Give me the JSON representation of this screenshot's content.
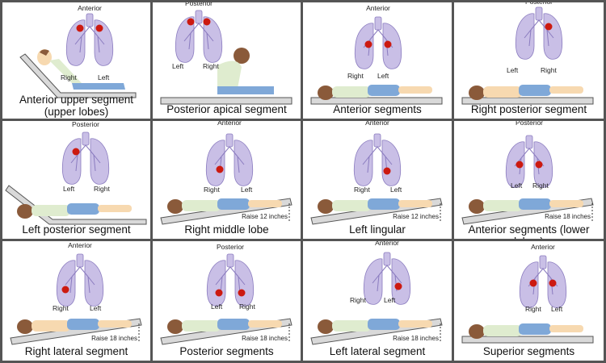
{
  "title": "Postural drainage positions by lung segment",
  "colors": {
    "frame": "#555555",
    "lung": "#c9bfe6",
    "lung_stroke": "#8a7bbf",
    "target": "#cc1a10",
    "bed": "#d9d9d9",
    "shirt": "#dfeccf",
    "pants": "#7fa8d8",
    "skin": "#f7d9b0",
    "hair": "#8a5a3a"
  },
  "panels": [
    {
      "caption": "Anterior upper segment (upper lobes)",
      "caption_line1": "Anterior upper segment",
      "caption_line2": "(upper lobes)",
      "view": "Anterior",
      "left_label": "Right",
      "right_label": "Left",
      "targets": [
        "left-lung-apex",
        "right-lung-apex"
      ],
      "raise": null,
      "position": "reclined-sitting"
    },
    {
      "caption": "Posterior apical segment",
      "view": "Posterior",
      "left_label": "Left",
      "right_label": "Right",
      "targets": [
        "left-lung-apex",
        "right-lung-apex"
      ],
      "raise": null,
      "position": "sitting-leaning-forward"
    },
    {
      "caption": "Anterior segments",
      "view": "Anterior",
      "left_label": "Right",
      "right_label": "Left",
      "targets": [
        "left-lung-upper-middle",
        "right-lung-upper-middle"
      ],
      "raise": null,
      "position": "supine-flat"
    },
    {
      "caption": "Right posterior segment",
      "view": "Posterior",
      "left_label": "Left",
      "right_label": "Right",
      "targets": [
        "right-lung-upper-inner"
      ],
      "raise": null,
      "position": "prone-flat"
    },
    {
      "caption": "Left posterior segment",
      "view": "Posterior",
      "left_label": "Left",
      "right_label": "Right",
      "targets": [
        "left-lung-upper"
      ],
      "raise": null,
      "position": "side-lying-head-up"
    },
    {
      "caption": "Right middle lobe",
      "view": "Anterior",
      "left_label": "Right",
      "right_label": "Left",
      "targets": [
        "right-lung-lower"
      ],
      "raise": "Raise 12 inches",
      "position": "supine-quarter-turn-foot-raised"
    },
    {
      "caption": "Left lingular",
      "view": "Anterior",
      "left_label": "Right",
      "right_label": "Left",
      "targets": [
        "left-lung-lower"
      ],
      "raise": "Raise 12 inches",
      "position": "supine-foot-raised"
    },
    {
      "caption": "Anterior segments (lower lobes)",
      "view": "Posterior",
      "left_label": "Left",
      "right_label": "Right",
      "targets": [
        "left-lung-middle",
        "right-lung-middle"
      ],
      "raise": "Raise 18 inches",
      "position": "supine-knees-bent-foot-raised"
    },
    {
      "caption": "Right lateral segment",
      "view": "Anterior",
      "left_label": "Right",
      "right_label": "Left",
      "targets": [
        "right-lung-lower-outer"
      ],
      "raise": "Raise 18 inches",
      "position": "side-lying-foot-raised"
    },
    {
      "caption": "Posterior segments",
      "view": "Posterior",
      "left_label": "Left",
      "right_label": "Right",
      "targets": [
        "left-lung-base",
        "right-lung-base"
      ],
      "raise": "Raise 18 inches",
      "position": "prone-pillows-foot-raised"
    },
    {
      "caption": "Left lateral segment",
      "view": "Anterior",
      "left_label": "Right",
      "right_label": "Left",
      "targets": [
        "left-lung-lower-outer"
      ],
      "raise": "Raise 18 inches",
      "position": "side-lying-left-up-foot-raised"
    },
    {
      "caption": "Superior segments",
      "view": "Anterior",
      "left_label": "Right",
      "right_label": "Left",
      "targets": [
        "left-lung-middle",
        "right-lung-middle"
      ],
      "raise": null,
      "position": "prone-pillows-flat"
    }
  ]
}
